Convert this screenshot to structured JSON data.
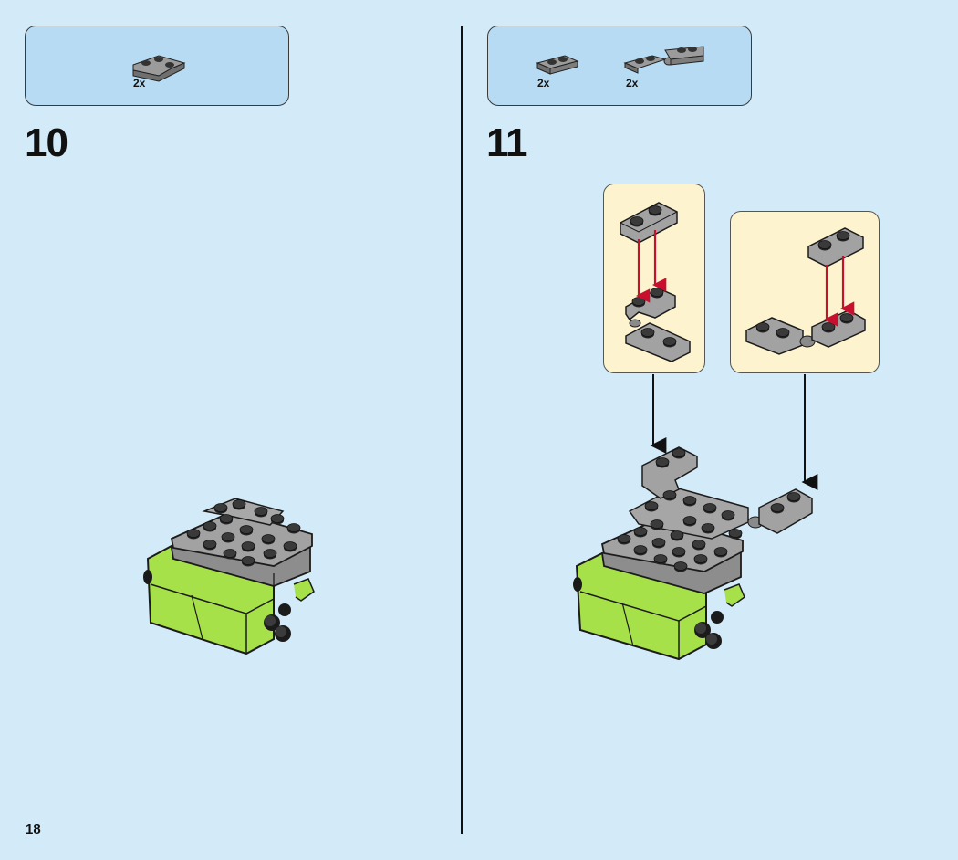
{
  "page_number": "18",
  "steps": [
    {
      "number": "10",
      "parts": [
        {
          "qty": "2x",
          "icon": "corner-plate-icon"
        }
      ]
    },
    {
      "number": "11",
      "parts": [
        {
          "qty": "2x",
          "icon": "plate-1x2-icon"
        },
        {
          "qty": "2x",
          "icon": "hinge-plate-icon"
        }
      ]
    }
  ],
  "colors": {
    "background": "#d3ebf9",
    "parts_box": "#b6dbf2",
    "callout": "#fdf4cf",
    "plate_gray": "#9b9b9b",
    "lime": "#a7e14a",
    "arrow_red": "#c8102e"
  }
}
